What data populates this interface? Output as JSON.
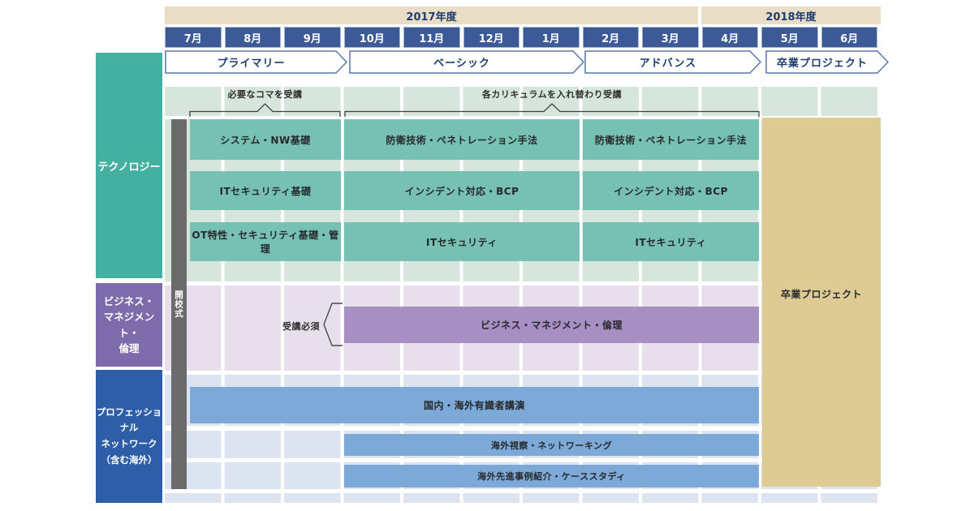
{
  "palette": {
    "year_bar": "#e9ddc7",
    "month_cell": "#3c5a96",
    "navy_text": "#1d3d6e",
    "arrow_border": "#5a77a8",
    "technology_bg": "#d7e6dd",
    "technology_block": "#77c1b4",
    "technology_sidebar": "#43b0a2",
    "business_bg": "#e7dfec",
    "business_block": "#a78fc3",
    "business_sidebar": "#7d6bac",
    "professional_bg": "#dde4f1",
    "professional_block": "#7ca9d8",
    "professional_sidebar": "#2d5ea7",
    "graduation_block": "#decb93",
    "ceremony_bar": "#6b6b6b"
  },
  "years": [
    {
      "label": "2017年度"
    },
    {
      "label": "2018年度"
    }
  ],
  "months": [
    "7月",
    "8月",
    "9月",
    "10月",
    "11月",
    "12月",
    "1月",
    "2月",
    "3月",
    "4月",
    "5月",
    "6月"
  ],
  "phases": [
    {
      "label": "プライマリー",
      "start": "7月",
      "end": "9月"
    },
    {
      "label": "ベーシック",
      "start": "10月",
      "end": "1月"
    },
    {
      "label": "アドバンス",
      "start": "2月",
      "end": "4月"
    },
    {
      "label": "卒業プロジェクト",
      "start": "5月",
      "end": "6月"
    }
  ],
  "sidebar": [
    {
      "label": "テクノロジー"
    },
    {
      "label": "ビジネス・\nマネジメント・\n倫理"
    },
    {
      "label": "プロフェッショナル\nネットワーク\n（含む海外）"
    }
  ],
  "annotations": {
    "required_slots": "必要なコマを受講",
    "rotation": "各カリキュラムを入れ替わり受講",
    "mandatory": "受講必須",
    "opening_ceremony": "開校式"
  },
  "blocks": [
    {
      "label": "システム・NW基礎",
      "start": "7月",
      "end": "9月"
    },
    {
      "label": "防衛技術・ペネトレーション手法",
      "start": "10月",
      "end": "1月"
    },
    {
      "label": "防衛技術・ペネトレーション手法",
      "start": "2月",
      "end": "4月"
    },
    {
      "label": "ITセキュリティ基礎",
      "start": "7月",
      "end": "9月"
    },
    {
      "label": "インシデント対応・BCP",
      "start": "10月",
      "end": "1月"
    },
    {
      "label": "インシデント対応・BCP",
      "start": "2月",
      "end": "4月"
    },
    {
      "label": "OT特性・セキュリティ基礎・管理",
      "start": "7月",
      "end": "9月"
    },
    {
      "label": "ITセキュリティ",
      "start": "10月",
      "end": "1月"
    },
    {
      "label": "ITセキュリティ",
      "start": "2月",
      "end": "4月"
    },
    {
      "label": "ビジネス・マネジメント・倫理",
      "start": "10月",
      "end": "4月"
    },
    {
      "label": "国内・海外有識者講演",
      "start": "7月",
      "end": "4月"
    },
    {
      "label": "海外視察・ネットワーキング",
      "start": "10月",
      "end": "4月"
    },
    {
      "label": "海外先進事例紹介・ケーススタディ",
      "start": "10月",
      "end": "4月"
    },
    {
      "label": "卒業プロジェクト",
      "start": "5月",
      "end": "6月"
    }
  ]
}
